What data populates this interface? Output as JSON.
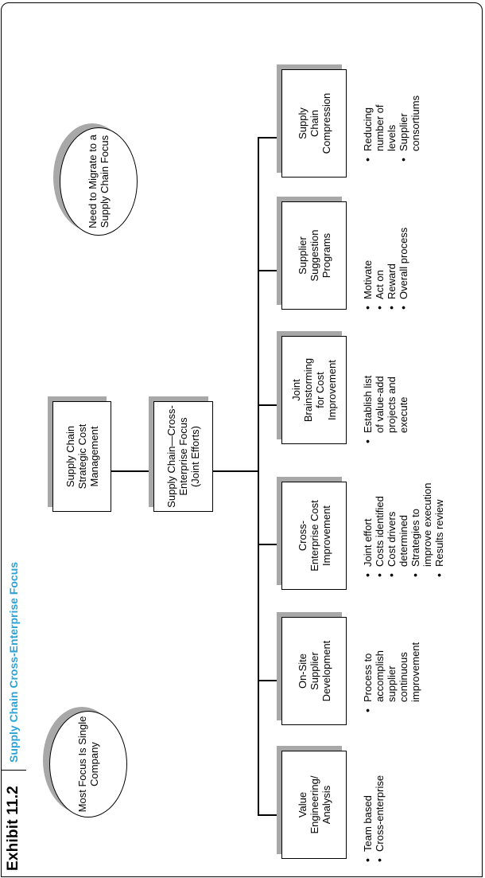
{
  "exhibit": {
    "number": "Exhibit 11.2",
    "title": "Supply Chain Cross-Enterprise Focus"
  },
  "ovals": {
    "single_company": [
      "Most Focus Is",
      "Single Company"
    ],
    "migrate": [
      "Need to Migrate",
      "to a Supply",
      "Chain Focus"
    ]
  },
  "central": {
    "strategic": [
      "Supply Chain",
      "Strategic Cost",
      "Management"
    ],
    "cross_enterprise": [
      "Supply Chain—Cross-",
      "Enterprise Focus",
      "(Joint Efforts)"
    ]
  },
  "initiatives": [
    {
      "title": [
        "Value",
        "Engineering/",
        "Analysis"
      ],
      "bullets": [
        [
          "Team based"
        ],
        [
          "Cross-enterprise"
        ]
      ]
    },
    {
      "title": [
        "On-Site",
        "Supplier",
        "Development"
      ],
      "bullets": [
        [
          "Process to",
          "accomplish",
          "supplier",
          "continuous",
          "improvement"
        ]
      ]
    },
    {
      "title": [
        "Cross-",
        "Enterprise Cost",
        "Improvement"
      ],
      "bullets": [
        [
          "Joint effort"
        ],
        [
          "Costs identified"
        ],
        [
          "Cost drivers",
          "determined"
        ],
        [
          "Strategies to",
          "improve execution"
        ],
        [
          "Results review"
        ]
      ]
    },
    {
      "title": [
        "Joint",
        "Brainstorming",
        "for Cost",
        "Improvement"
      ],
      "bullets": [
        [
          "Establish list",
          "of value-add",
          "projects and",
          "execute"
        ]
      ]
    },
    {
      "title": [
        "Supplier",
        "Suggestion",
        "Programs"
      ],
      "bullets": [
        [
          "Motivate"
        ],
        [
          "Act on"
        ],
        [
          "Reward"
        ],
        [
          "Overall process"
        ]
      ]
    },
    {
      "title": [
        "Supply",
        "Chain",
        "Compression"
      ],
      "bullets": [
        [
          "Reducing",
          "number of",
          "levels"
        ],
        [
          "Supplier",
          "consortiums"
        ]
      ]
    }
  ]
}
